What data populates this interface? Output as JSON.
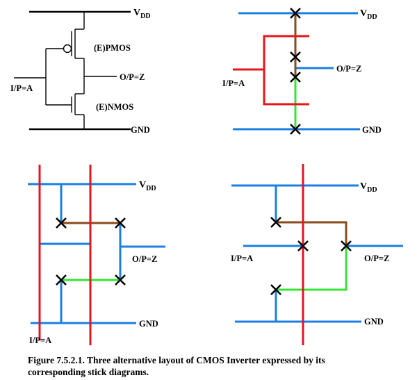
{
  "colors": {
    "metal": "#1a7fe0",
    "poly": "#e8141c",
    "p_diffusion": "#8a4a1a",
    "n_diffusion": "#33e633",
    "contact": "#000000"
  },
  "schematic": {
    "vdd": "V",
    "vdd_sub": "DD",
    "gnd": "GND",
    "input": "I/P=A",
    "output": "O/P=Z",
    "pmos": "(E)PMOS",
    "nmos": "(E)NMOS"
  },
  "stick_1": {
    "vdd": "V",
    "vdd_sub": "DD",
    "gnd": "GND",
    "input": "I/P=A",
    "output": "O/P=Z"
  },
  "stick_2": {
    "vdd": "V",
    "vdd_sub": "DD",
    "gnd": "GND",
    "input": "I/P=A",
    "output": "O/P=Z"
  },
  "stick_3": {
    "vdd": "V",
    "vdd_sub": "DD",
    "gnd": "GND",
    "input": "I/P=A",
    "output": "O/P=Z"
  },
  "caption": {
    "line1": "Figure 7.5.2.1. Three alternative layout of CMOS Inverter expressed by its",
    "line2": "corresponding stick diagrams."
  }
}
